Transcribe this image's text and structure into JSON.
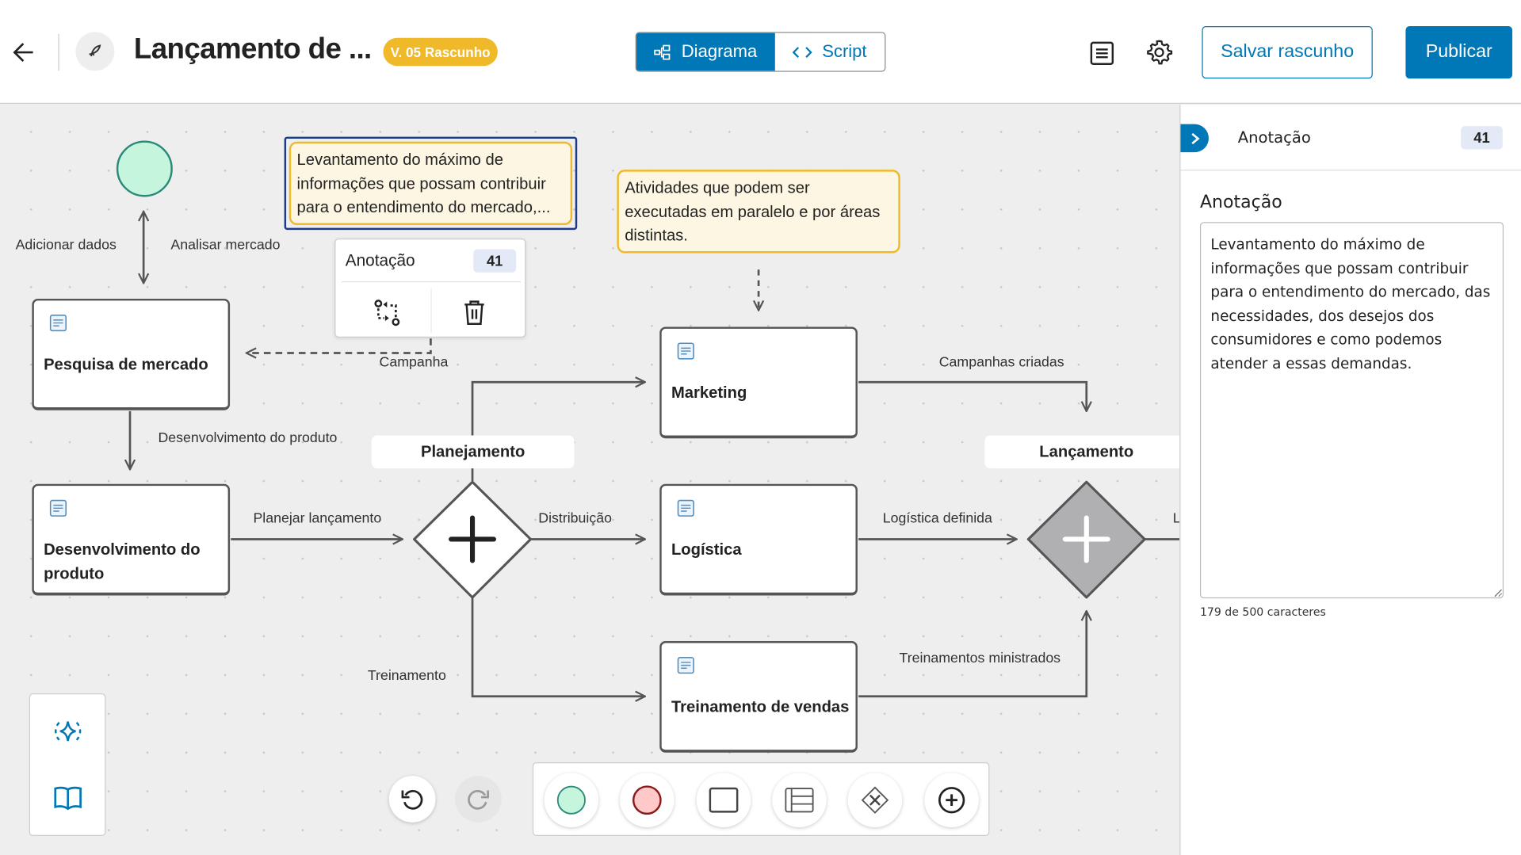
{
  "header": {
    "title": "Lançamento de ...",
    "version_badge": "V. 05 Rascunho",
    "view_tabs": [
      {
        "label": "Diagrama",
        "active": true
      },
      {
        "label": "Script",
        "active": false
      }
    ],
    "save_draft_label": "Salvar rascunho",
    "publish_label": "Publicar"
  },
  "colors": {
    "accent": "#0077b6",
    "badge": "#f0b92a",
    "start_event": "#c6f5dd",
    "end_event": "#ffc9c9",
    "annotation_bg": "#fdf6e3"
  },
  "diagram": {
    "tasks": [
      {
        "label": "Pesquisa de mercado"
      },
      {
        "label": "Desenvolvimento do produto"
      },
      {
        "label": "Marketing"
      },
      {
        "label": "Logística"
      },
      {
        "label": "Treinamento de vendas"
      }
    ],
    "gateways": [
      {
        "label": "Planejamento"
      },
      {
        "label": "Lançamento"
      }
    ],
    "edge_labels": {
      "add_data": "Adicionar dados",
      "analyze_market": "Analisar mercado",
      "campaign": "Campanha",
      "product_dev": "Desenvolvimento do produto",
      "plan_launch": "Planejar lançamento",
      "distribution": "Distribuição",
      "training": "Treinamento",
      "campaigns_created": "Campanhas criadas",
      "logistics_defined": "Logística definida",
      "trainings_given": "Treinamentos ministrados",
      "cut_label": "L"
    },
    "annotations": [
      {
        "text": "Levantamento do máximo de informações que possam contribuir para o entendimento do mercado,...",
        "selected": true
      },
      {
        "text": "Atividades que podem ser executadas em paralelo e por áreas distintas.",
        "selected": false
      }
    ]
  },
  "context_popup": {
    "title": "Anotação",
    "count": "41"
  },
  "panel": {
    "header_title": "Anotação",
    "count": "41",
    "field_label": "Anotação",
    "field_value": "Levantamento do máximo de informações que possam contribuir para o entendimento do mercado, das necessidades, dos desejos dos consumidores e como podemos atender a essas demandas.",
    "char_count": "179 de 500 caracteres"
  }
}
